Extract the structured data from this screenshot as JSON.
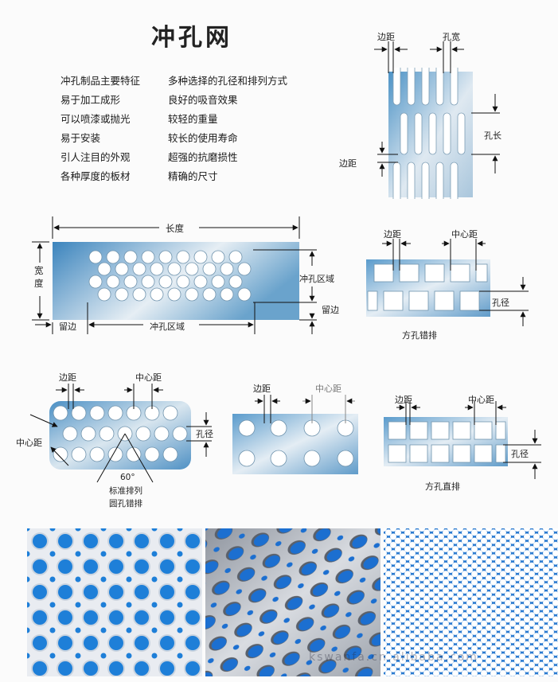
{
  "title": "冲孔网",
  "features": {
    "left": [
      "冲孔制品主要特征",
      "易于加工成形",
      "可以喷漆或抛光",
      "易于安装",
      "引人注目的外观",
      "各种厚度的板材"
    ],
    "right": [
      "多种选择的孔径和排列方式",
      "良好的吸音效果",
      "较轻的重量",
      "较长的使用寿命",
      "超强的抗磨损性",
      "精确的尺寸"
    ]
  },
  "slot_diagram": {
    "edge_top": "边距",
    "hole_width": "孔宽",
    "hole_length": "孔长",
    "edge_left": "边距"
  },
  "plate_diagram": {
    "length": "长度",
    "width": "宽度",
    "punch_area_right": "冲孔区域",
    "margin_right": "留边",
    "margin_bottom": "留边",
    "punch_area_bottom": "冲孔区域"
  },
  "square_staggered": {
    "edge": "边距",
    "center": "中心距",
    "hole": "孔径",
    "caption": "方孔错排"
  },
  "round_staggered": {
    "edge": "边距",
    "center_top": "中心距",
    "center_side": "中心距",
    "hole": "孔径",
    "angle": "60°",
    "caption_1": "标准排列",
    "caption_2": "圆孔错排"
  },
  "round_straight": {
    "edge": "边距",
    "center": "中心距"
  },
  "square_straight": {
    "edge": "边距",
    "center": "中心距",
    "hole": "孔径",
    "caption": "方孔直排"
  },
  "watermark": "kswanfa.cn.alibaba.com",
  "colors": {
    "steel_blue": "#3a8fc4",
    "light_steel": "#dfeaf2",
    "photo_blue": "#1e7fd8",
    "photo_hex_blue": "#2a7ad0"
  }
}
